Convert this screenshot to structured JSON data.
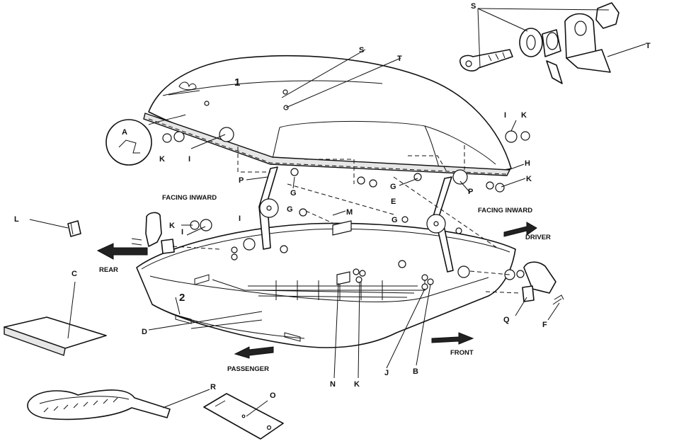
{
  "callouts": {
    "lid": "1",
    "base": "2",
    "A": "A",
    "B": "B",
    "C": "C",
    "D": "D",
    "E": "E",
    "F": "F",
    "G": "G",
    "H": "H",
    "I": "I",
    "J": "J",
    "K": "K",
    "L": "L",
    "M": "M",
    "N": "N",
    "O": "O",
    "P": "P",
    "Q": "Q",
    "R": "R",
    "S": "S",
    "T": "T"
  },
  "notes": {
    "facing_inward": "FACING INWARD"
  },
  "directions": {
    "rear": "REAR",
    "driver": "DRIVER",
    "front": "FRONT",
    "passenger": "PASSENGER"
  },
  "colors": {
    "ink": "#111111",
    "paper": "#ffffff"
  },
  "icons": {
    "rear": "arrow-left-icon",
    "driver": "arrow-right-icon",
    "front": "arrow-right-icon",
    "passenger": "arrow-left-icon"
  }
}
